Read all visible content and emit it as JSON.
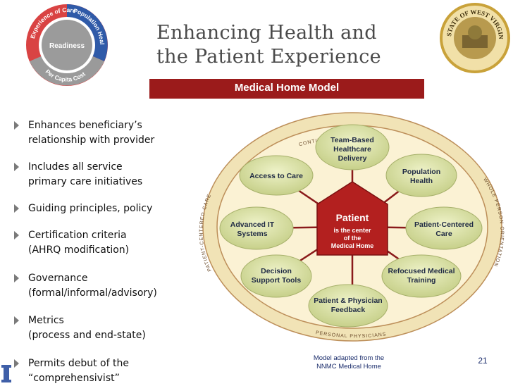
{
  "cycle": {
    "center": "Readiness",
    "ring": [
      "Experience of Care",
      "Population Health",
      "Per Capita Cost"
    ]
  },
  "title": {
    "line1": "Enhancing Health and",
    "line2": "the Patient Experience"
  },
  "seal": {
    "text": "STATE OF WEST VIRGINIA"
  },
  "banner": "Medical Home Model",
  "bullets": [
    [
      "Enhances beneficiary’s",
      "relationship with provider"
    ],
    [
      "Includes all service",
      "primary care initiatives"
    ],
    [
      "Guiding principles, policy"
    ],
    [
      "Certification criteria",
      "(AHRQ modification)"
    ],
    [
      "Governance",
      "(formal/informal/advisory)"
    ],
    [
      "Metrics",
      "(process and end-state)"
    ],
    [
      "Permits debut of the",
      "“comprehensivist”"
    ]
  ],
  "diagram": {
    "outer_top": "CONTINUOUS RELATIONSHIP",
    "outer_bottom": "PERSONAL PHYSICIANS",
    "outer_left": "PATIENT-CENTERED CARE",
    "outer_right": "WHOLE PERSON ORIENTATION",
    "center": {
      "title": "Patient",
      "sub": [
        "is the center",
        "of the",
        "Medical Home"
      ]
    },
    "nodes": [
      [
        "Team-Based",
        "Healthcare",
        "Delivery"
      ],
      [
        "Population",
        "Health"
      ],
      [
        "Patient-Centered",
        "Care"
      ],
      [
        "Refocused Medical",
        "Training"
      ],
      [
        "Patient & Physician",
        "Feedback"
      ],
      [
        "Decision",
        "Support Tools"
      ],
      [
        "Advanced IT",
        "Systems"
      ],
      [
        "Access to Care"
      ]
    ]
  },
  "footer": {
    "source_line1": "Model adapted from the",
    "source_line2": "NNMC Medical Home",
    "page": "21"
  }
}
